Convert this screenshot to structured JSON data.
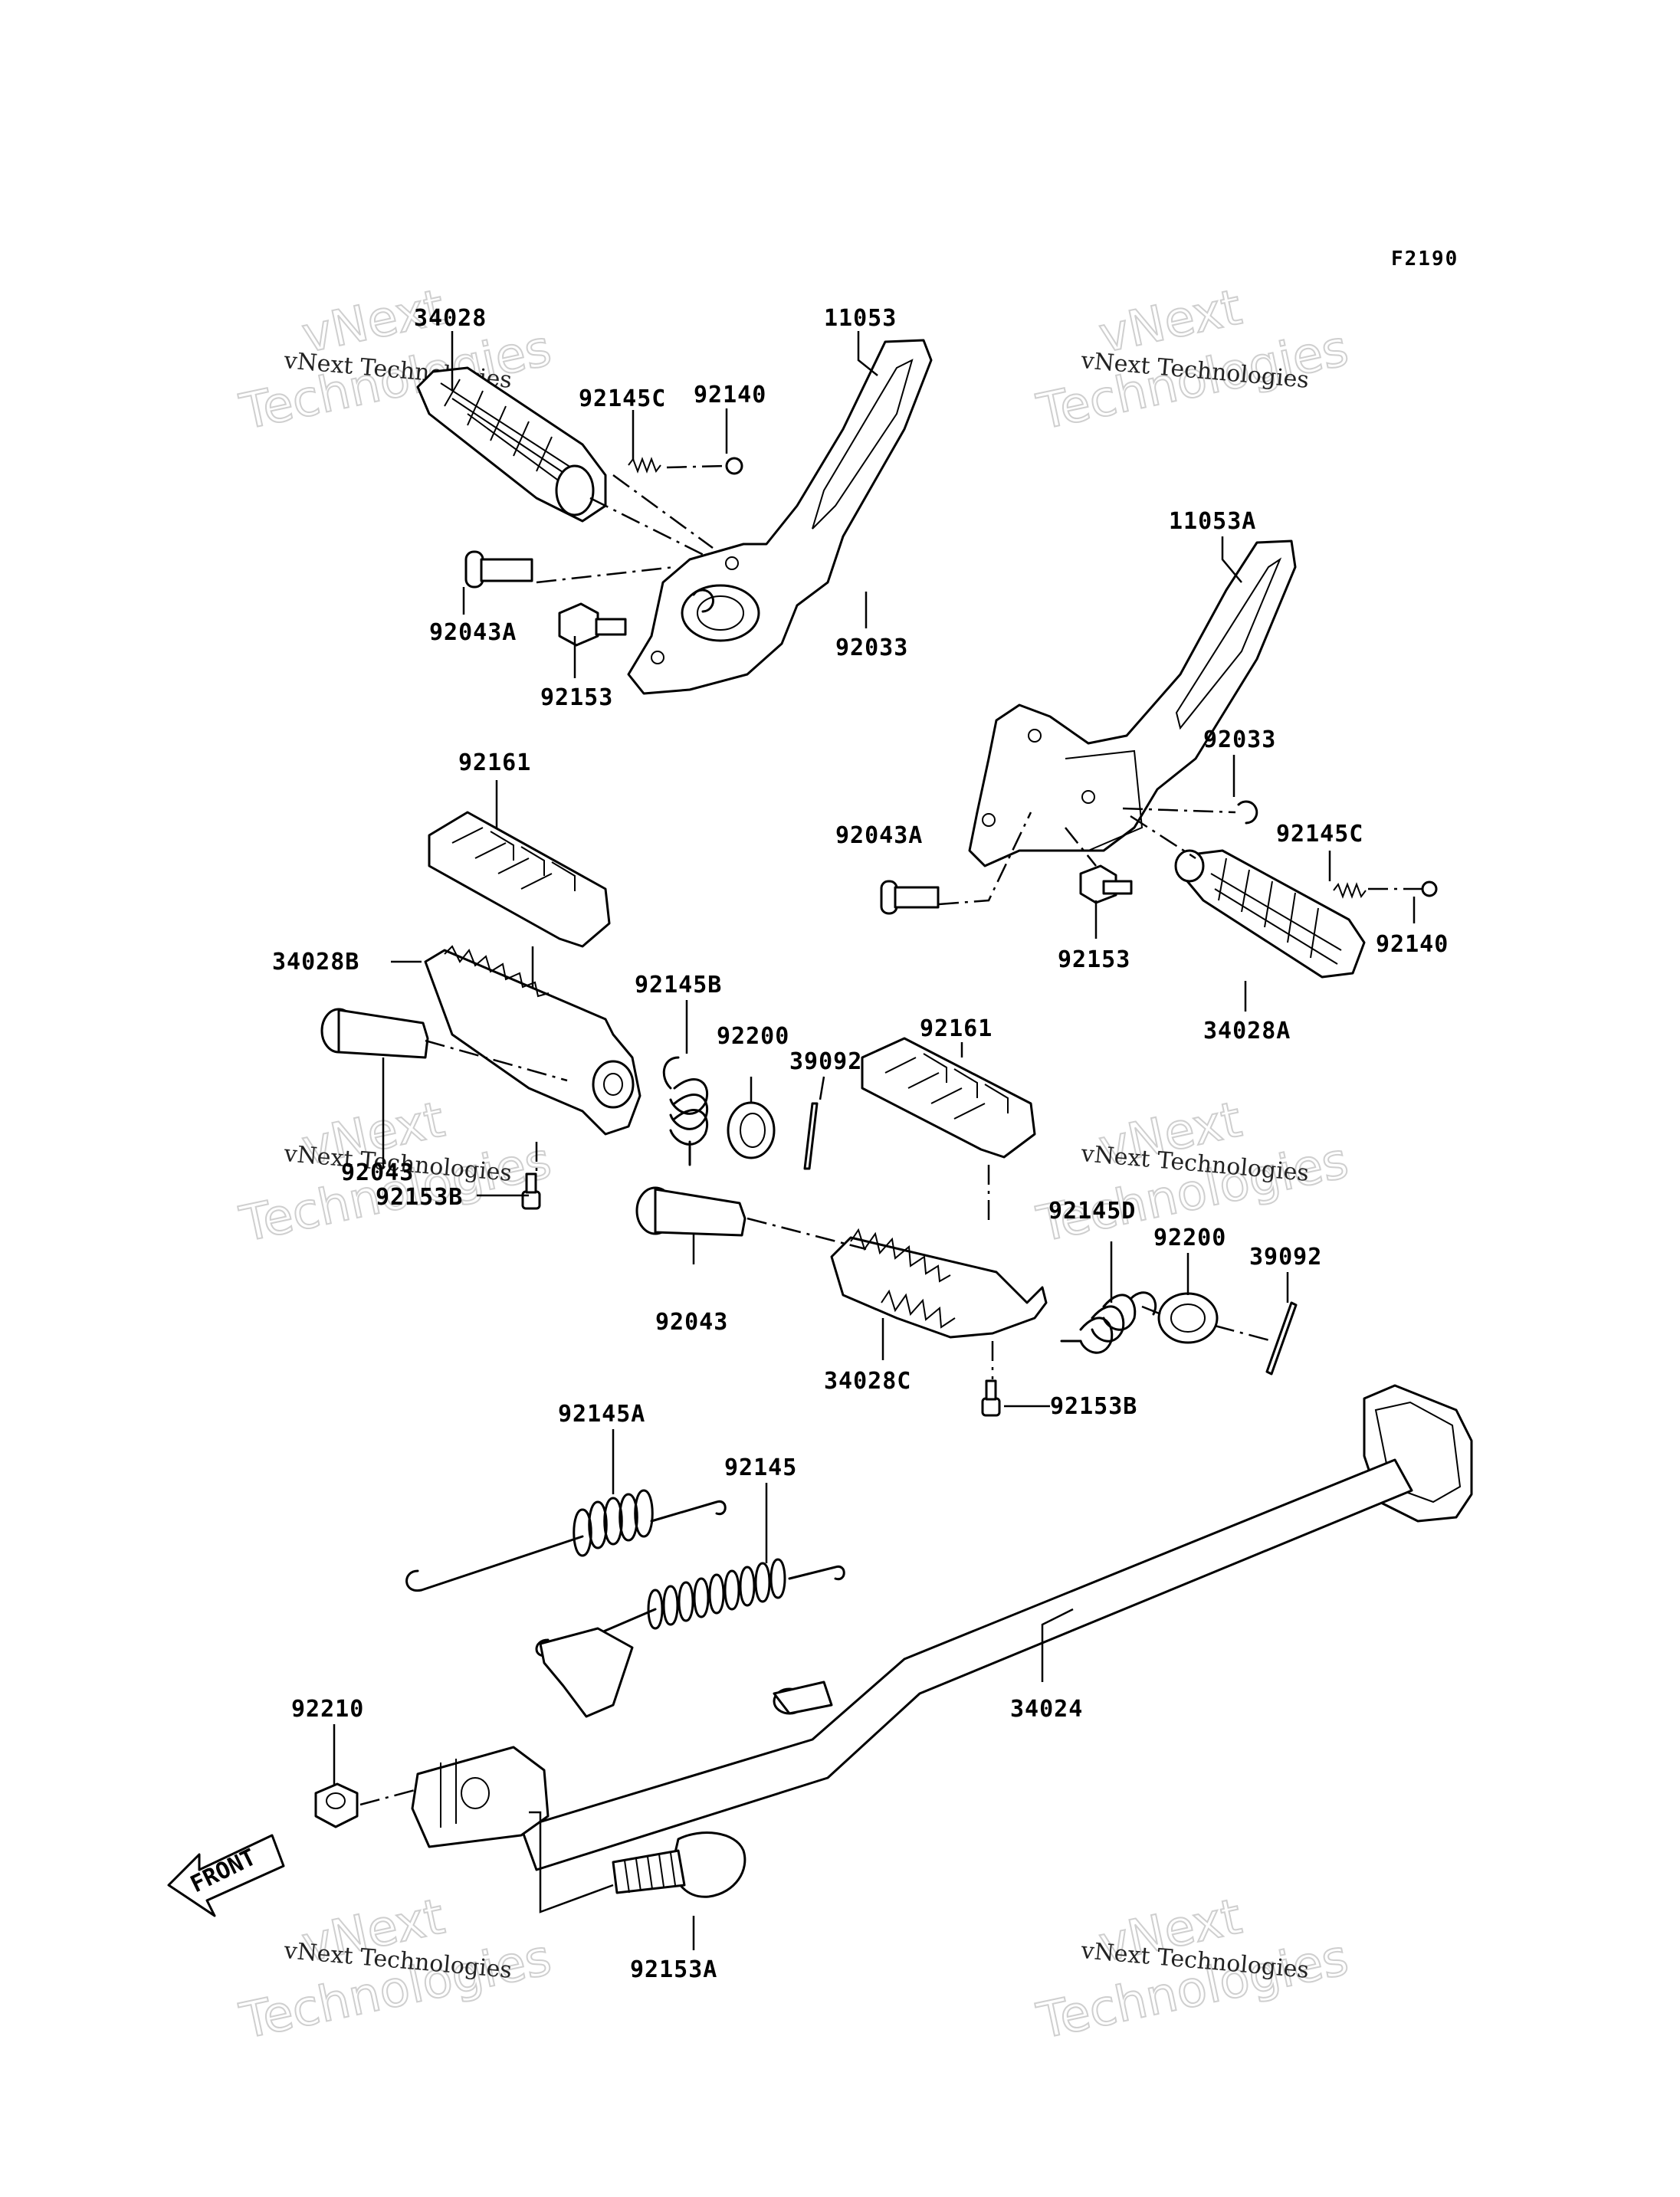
{
  "diagram_code": "F2190",
  "watermark": {
    "line1": "vNext Technologies",
    "line2": "vNext",
    "line3": "Technologies"
  },
  "front_label": "FRONT",
  "labels": {
    "p34028": "34028",
    "p11053": "11053",
    "p92145C_left": "92145C",
    "p92140_left": "92140",
    "p92043A_left": "92043A",
    "p92153_left": "92153",
    "p92033_left": "92033",
    "p11053A": "11053A",
    "p92033_right": "92033",
    "p92145C_right": "92145C",
    "p92043A_right": "92043A",
    "p92140_right": "92140",
    "p92153_right": "92153",
    "p34028A": "34028A",
    "p92161_left": "92161",
    "p34028B": "34028B",
    "p92145B": "92145B",
    "p92200_left": "92200",
    "p39092_left": "39092",
    "p92161_right": "92161",
    "p92043_left": "92043",
    "p92153B_left": "92153B",
    "p92145D": "92145D",
    "p92200_right": "92200",
    "p39092_right": "39092",
    "p92043_mid": "92043",
    "p34028C": "34028C",
    "p92153B_right": "92153B",
    "p92145A": "92145A",
    "p92145": "92145",
    "p92210": "92210",
    "p34024": "34024",
    "p92153A": "92153A"
  }
}
